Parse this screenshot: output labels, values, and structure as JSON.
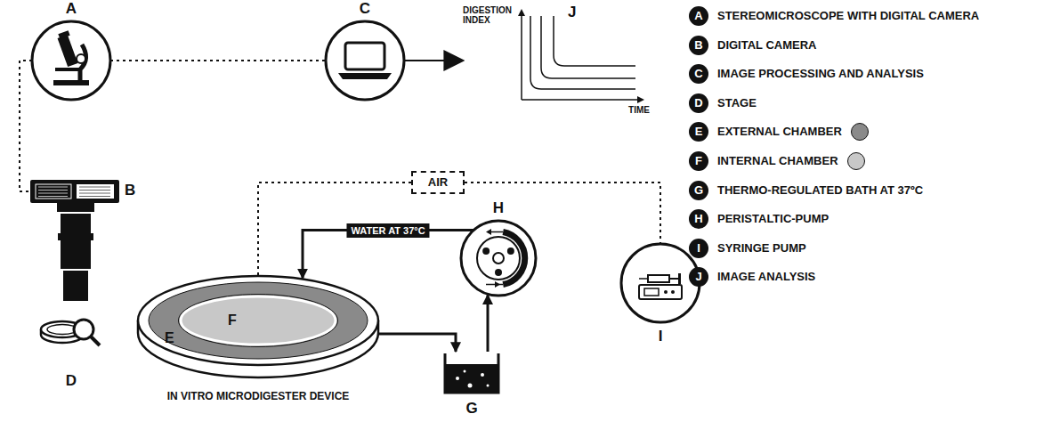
{
  "diagram": {
    "nodes": [
      {
        "text": [
          "A"
        ]
      },
      {
        "text": [
          "C"
        ]
      },
      {
        "text": [
          "J",
          "DIGESTION INDEX",
          "TIME"
        ]
      },
      {
        "text": [
          "B"
        ]
      },
      {
        "text": [
          "AIR"
        ]
      },
      {
        "text": [
          "H"
        ]
      },
      {
        "text": [
          "I"
        ]
      },
      {
        "text": [
          "D"
        ]
      },
      {
        "text": [
          "IN VITRO MICRODIGESTER DEVICE"
        ]
      },
      {
        "text": [
          "F"
        ],
        "in": 8
      },
      {
        "text": [
          "G"
        ]
      }
    ],
    "edges": [
      {
        "from": 0,
        "to": 1,
        "arrow": "none"
      },
      {
        "from": 0,
        "to": 3,
        "arrow": "none"
      },
      {
        "from": 1,
        "to": 2,
        "arrow": "to"
      },
      {
        "from": 9,
        "to": 4,
        "arrow": "none"
      },
      {
        "from": 4,
        "to": 6,
        "arrow": "none"
      },
      {
        "from": 5,
        "to": 8,
        "label": "WATER AT 37°C",
        "arrow": "to"
      },
      {
        "from": 8,
        "to": 10,
        "arrow": "to"
      },
      {
        "from": 10,
        "to": 5,
        "arrow": "to"
      }
    ],
    "labels": [
      "E",
      "A",
      "B",
      "C",
      "D",
      "E",
      "F",
      "G",
      "H",
      "I",
      "J"
    ],
    "legend": [
      {
        "text": "STEREOMICROSCOPE WITH DIGITAL CAMERA"
      },
      {
        "text": "DIGITAL CAMERA"
      },
      {
        "text": "IMAGE PROCESSING AND ANALYSIS"
      },
      {
        "text": "STAGE"
      },
      {
        "text": "EXTERNAL CHAMBER",
        "color": "#8a8a8a"
      },
      {
        "text": "INTERNAL CHAMBER",
        "color": "#c8c8c8"
      },
      {
        "text": "THERMO-REGULATED BATH AT 37ºC"
      },
      {
        "text": "PERISTALTIC-PUMP"
      },
      {
        "text": "SYRINGE PUMP"
      },
      {
        "text": "IMAGE ANALYSIS"
      }
    ]
  }
}
